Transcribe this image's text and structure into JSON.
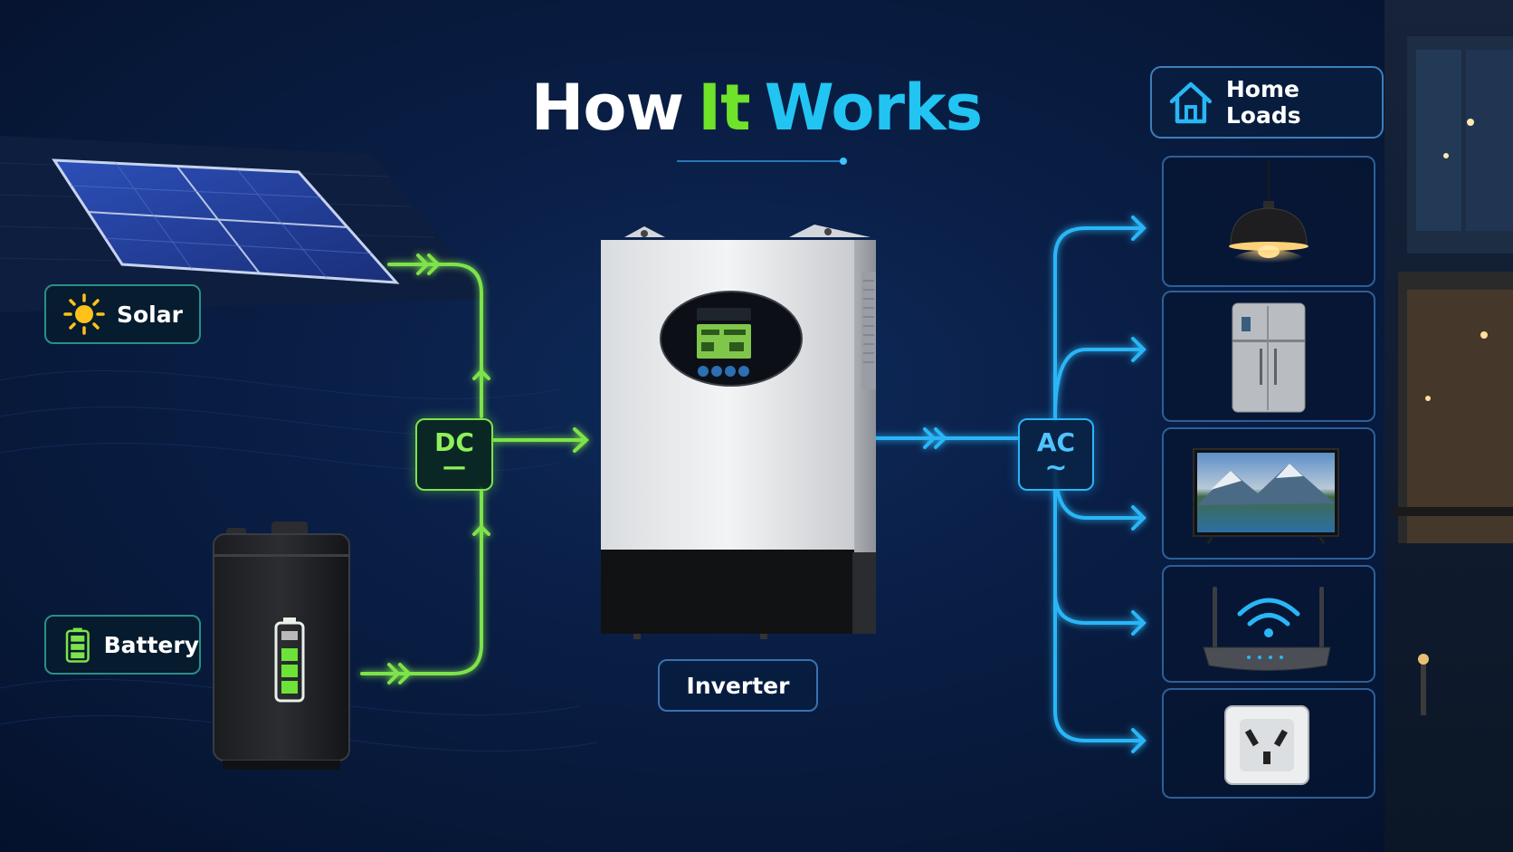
{
  "title": {
    "word1": "How",
    "word2": "It",
    "word3": "Works",
    "colors": {
      "word1": "#ffffff",
      "word2": "#6fe22a",
      "word3": "#22c4f2"
    }
  },
  "sources": [
    {
      "name": "solar",
      "label": "Solar",
      "icon": "sun-icon"
    },
    {
      "name": "battery",
      "label": "Battery",
      "icon": "battery-icon"
    }
  ],
  "dc_badge": {
    "label": "DC",
    "symbol": "—"
  },
  "ac_badge": {
    "label": "AC",
    "symbol": "∼"
  },
  "inverter": {
    "label": "Inverter"
  },
  "home_loads": {
    "label": "Home Loads",
    "icon": "house-icon",
    "items": [
      {
        "name": "pendant-lamp",
        "icon": "lamp-icon"
      },
      {
        "name": "refrigerator",
        "icon": "fridge-icon"
      },
      {
        "name": "television",
        "icon": "tv-icon"
      },
      {
        "name": "wifi-router",
        "icon": "router-icon"
      },
      {
        "name": "wall-socket",
        "icon": "socket-icon"
      }
    ]
  },
  "colors": {
    "background": "#0a1f47",
    "dc_line": "#7ee34a",
    "ac_line": "#29b6f6",
    "box_border": "#2d5f97"
  }
}
